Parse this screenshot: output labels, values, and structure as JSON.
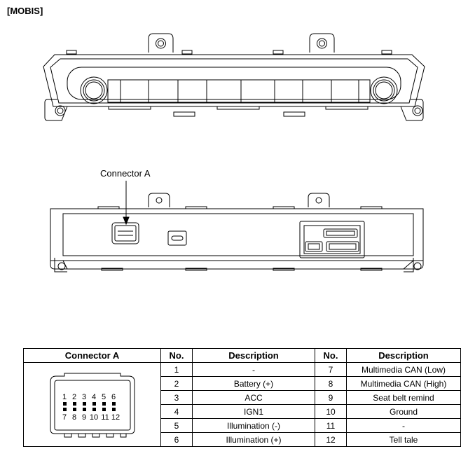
{
  "header": {
    "title": "[MOBIS]"
  },
  "diagram": {
    "callout_label": "Connector A"
  },
  "connector_pins": {
    "top_row": [
      "1",
      "2",
      "3",
      "4",
      "5",
      "6"
    ],
    "bottom_row": [
      "7",
      "8",
      "9",
      "10",
      "11",
      "12"
    ]
  },
  "table": {
    "headers": [
      "Connector A",
      "No.",
      "Description",
      "No.",
      "Description"
    ],
    "rows": [
      {
        "no1": "1",
        "desc1": "-",
        "no2": "7",
        "desc2": "Multimedia CAN (Low)"
      },
      {
        "no1": "2",
        "desc1": "Battery (+)",
        "no2": "8",
        "desc2": "Multimedia CAN (High)"
      },
      {
        "no1": "3",
        "desc1": "ACC",
        "no2": "9",
        "desc2": "Seat belt remind"
      },
      {
        "no1": "4",
        "desc1": "IGN1",
        "no2": "10",
        "desc2": "Ground"
      },
      {
        "no1": "5",
        "desc1": "Illumination (-)",
        "no2": "11",
        "desc2": "-"
      },
      {
        "no1": "6",
        "desc1": "Illumination (+)",
        "no2": "12",
        "desc2": "Tell tale"
      }
    ]
  }
}
